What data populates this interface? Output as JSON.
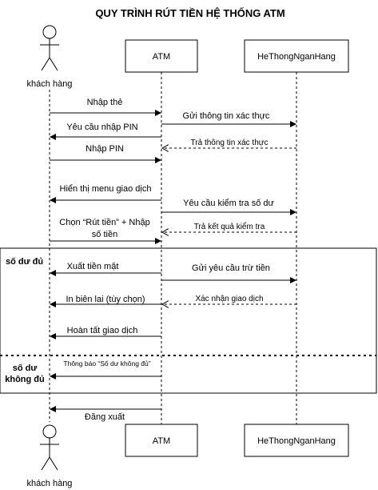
{
  "title": "QUY TRÌNH RÚT TIỀN HỆ THỐNG ATM",
  "participants": {
    "customer": "khách hàng",
    "atm": "ATM",
    "bank": "HeThongNganHang"
  },
  "messages": {
    "m1": "Nhập thẻ",
    "m2": "Gửi thông tin xác thực",
    "m3": "Yêu cầu nhập PIN",
    "m4": "Trả thông tin xác thực",
    "m5": "Nhập PIN",
    "m6": "Hiển thị menu giao dịch",
    "m7": "Yêu cầu kiểm tra số dư",
    "m8_line1": "Chọn “Rút tiền” + Nhập",
    "m8_line2": "số tiền",
    "m9": "Trả kết quả kiểm tra",
    "m10": "Xuất tiền mặt",
    "m11": "Gửi yêu cầu trừ tiền",
    "m12": "In biên lai (tùy chọn)",
    "m13": "Xác nhận giao dịch",
    "m14": "Hoàn tất giao dịch",
    "m15": "Thông báo “Số dư không đủ”",
    "m16": "Đăng xuất"
  },
  "fragment": {
    "guard1": "số dư đủ",
    "guard2_line1": "số dư",
    "guard2_line2": "không đủ"
  }
}
